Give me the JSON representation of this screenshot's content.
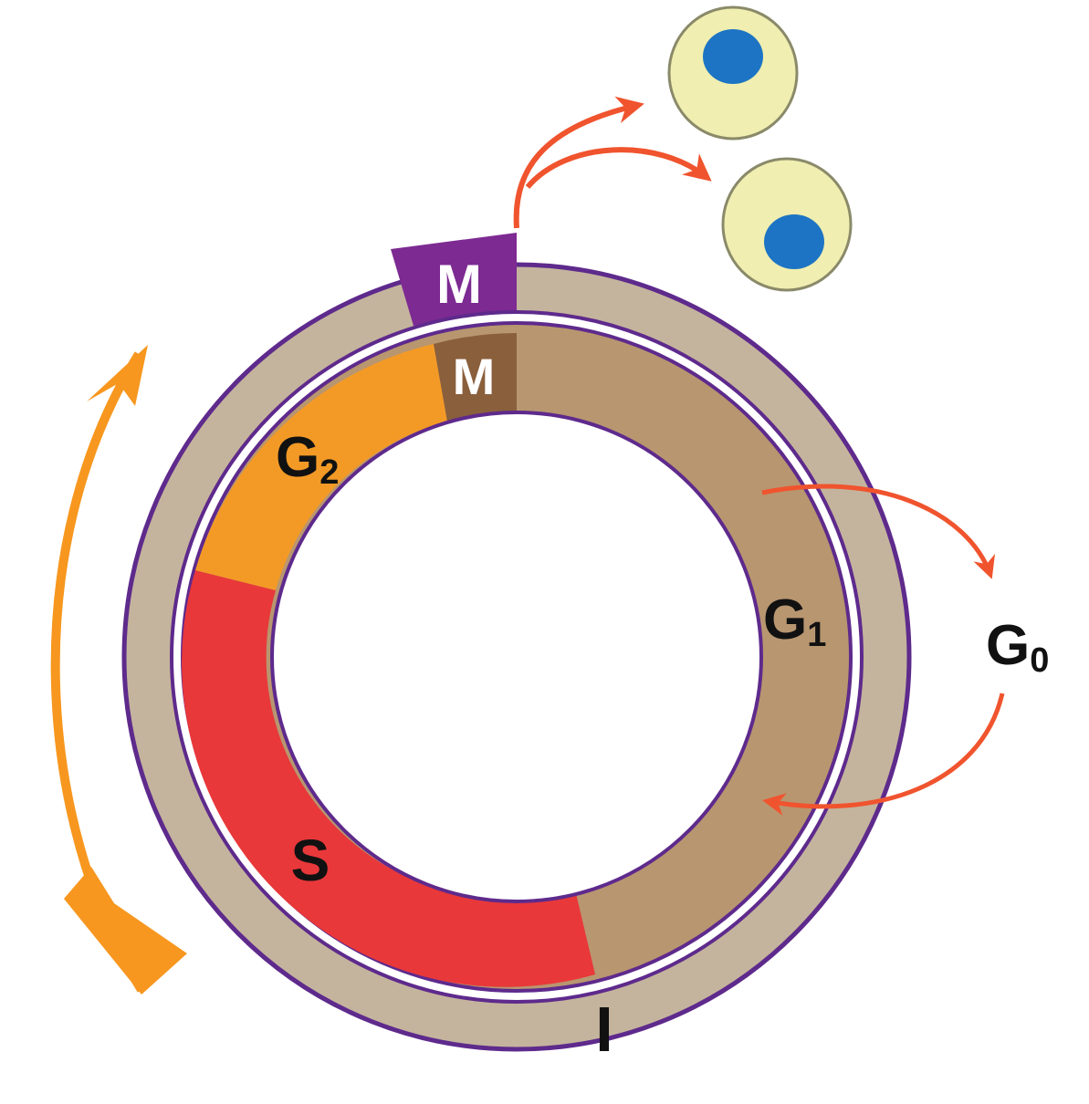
{
  "labels": {
    "outer_m": "M",
    "outer_i": "I",
    "inner_m": "M",
    "g2_letter": "G",
    "g2_sub": "2",
    "g1_letter": "G",
    "g1_sub": "1",
    "s": "S",
    "g0_letter": "G",
    "g0_sub": "0"
  },
  "colors": {
    "outer_ring": "#c4b49d",
    "ring_outline": "#5e2a8c",
    "outer_m": "#7d2a92",
    "inner_m": "#8a5f3c",
    "g1": "#b89670",
    "g2": "#f39a26",
    "s": "#e8383a",
    "arrow_red": "#f0542e",
    "arrow_orange": "#f7971f",
    "cell_body": "#f0eeb0",
    "cell_nucleus": "#1d74c4"
  }
}
